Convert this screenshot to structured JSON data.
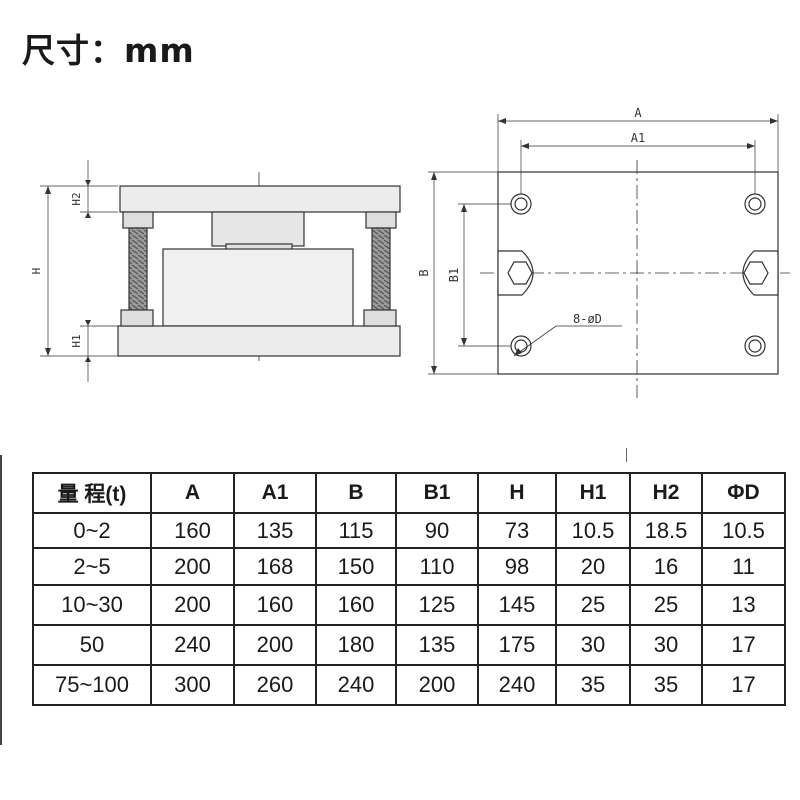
{
  "title": "尺寸：mm",
  "drawing": {
    "side_labels": {
      "h2": "H2",
      "h": "H",
      "h1": "H1"
    },
    "top_labels": {
      "a": "A",
      "a1": "A1",
      "b": "B",
      "b1": "B1",
      "hole": "8-øD"
    }
  },
  "table": {
    "headers": [
      "量 程(t)",
      "A",
      "A1",
      "B",
      "B1",
      "H",
      "H1",
      "H2",
      "ΦD"
    ],
    "rows": [
      [
        "0~2",
        "160",
        "135",
        "115",
        "90",
        "73",
        "10.5",
        "18.5",
        "10.5"
      ],
      [
        "2~5",
        "200",
        "168",
        "150",
        "110",
        "98",
        "20",
        "16",
        "11"
      ],
      [
        "10~30",
        "200",
        "160",
        "160",
        "125",
        "145",
        "25",
        "25",
        "13"
      ],
      [
        "50",
        "240",
        "200",
        "180",
        "135",
        "175",
        "30",
        "30",
        "17"
      ],
      [
        "75~100",
        "300",
        "260",
        "240",
        "200",
        "240",
        "35",
        "35",
        "17"
      ]
    ]
  },
  "colors": {
    "line": "#333333",
    "body_fill": "#ebebeb",
    "thread": "#8a8a8a"
  }
}
